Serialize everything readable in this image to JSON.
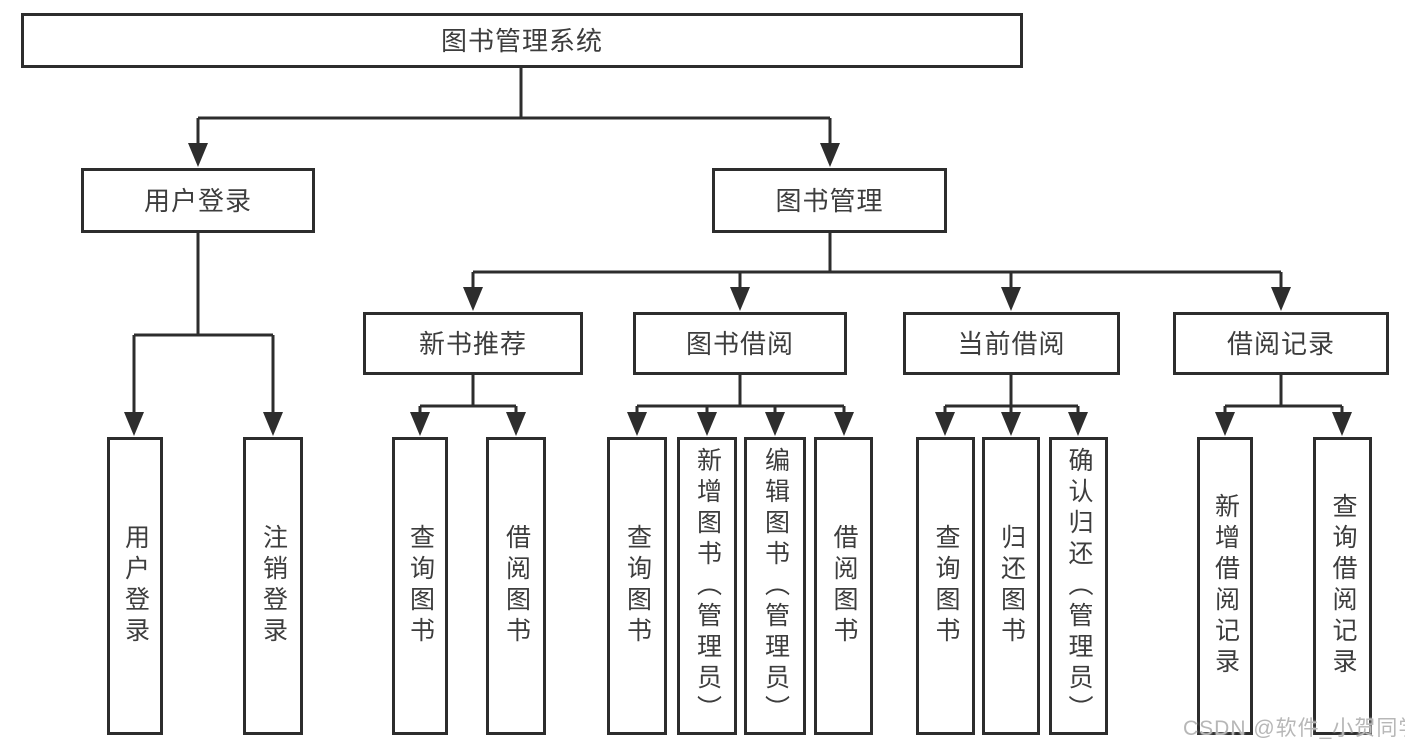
{
  "colors": {
    "line": "#2d2d2d",
    "box_border": "#2d2d2d",
    "text": "#3d3d3d",
    "watermark": "#b7b7b7",
    "background": "#ffffff"
  },
  "tree": {
    "label": "图书管理系统",
    "children": [
      {
        "label": "用户登录",
        "children": [
          {
            "label": "用户登录"
          },
          {
            "label": "注销登录"
          }
        ]
      },
      {
        "label": "图书管理",
        "children": [
          {
            "label": "新书推荐",
            "children": [
              {
                "label": "查询图书"
              },
              {
                "label": "借阅图书"
              }
            ]
          },
          {
            "label": "图书借阅",
            "children": [
              {
                "label": "查询图书"
              },
              {
                "label": "新增图书（管理员）"
              },
              {
                "label": "编辑图书（管理员）"
              },
              {
                "label": "借阅图书"
              }
            ]
          },
          {
            "label": "当前借阅",
            "children": [
              {
                "label": "查询图书"
              },
              {
                "label": "归还图书"
              },
              {
                "label": "确认归还（管理员）"
              }
            ]
          },
          {
            "label": "借阅记录",
            "children": [
              {
                "label": "新增借阅记录"
              },
              {
                "label": "查询借阅记录"
              }
            ]
          }
        ]
      }
    ]
  },
  "watermark": {
    "text": "CSDN @软件_小贺同学"
  }
}
